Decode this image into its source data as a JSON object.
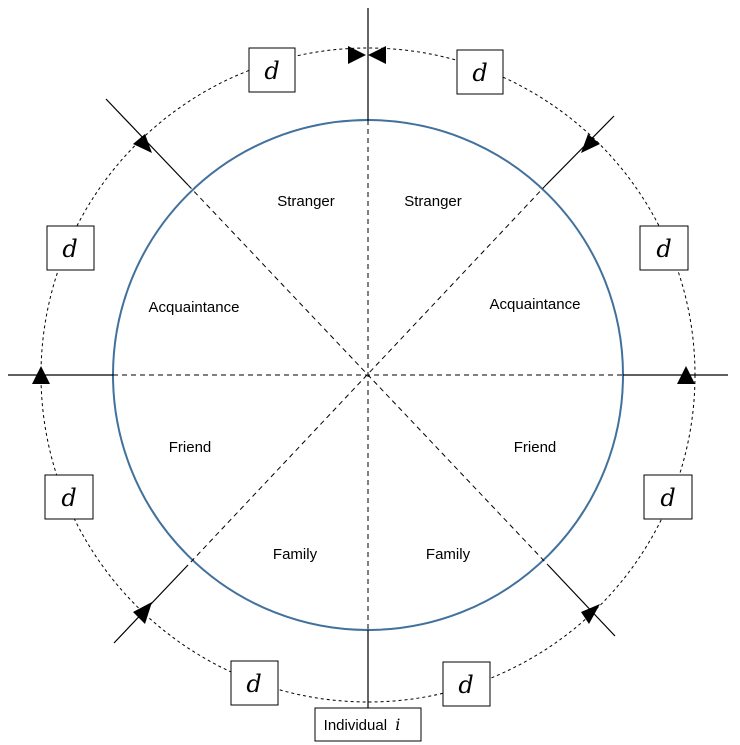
{
  "diagram": {
    "regions": {
      "top_left": "Stranger",
      "top_right": "Stranger",
      "upper_left": "Acquaintance",
      "upper_right": "Acquaintance",
      "lower_left": "Friend",
      "lower_right": "Friend",
      "bottom_left": "Family",
      "bottom_right": "Family"
    },
    "distance_label": "d",
    "individual": {
      "label": "Individual",
      "variable": "i"
    },
    "colors": {
      "circle": "#41719c",
      "lines": "#000000"
    }
  }
}
